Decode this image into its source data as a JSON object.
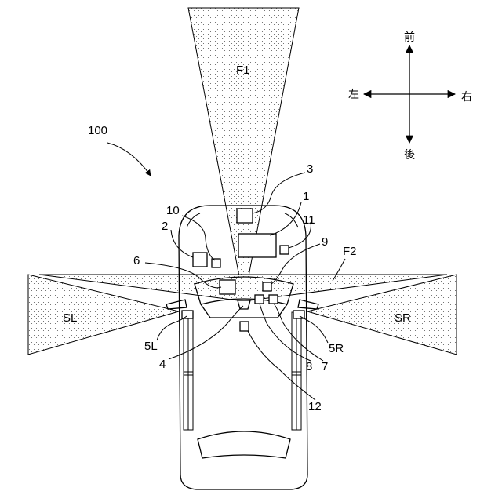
{
  "figure": {
    "reference_label": "100",
    "zones": {
      "front_long": "F1",
      "front_wide": "F2",
      "side_left": "SL",
      "side_right": "SR"
    },
    "parts": {
      "p1": "1",
      "p2": "2",
      "p3": "3",
      "p4": "4",
      "p5L": "5L",
      "p5R": "5R",
      "p6": "6",
      "p7": "7",
      "p8": "8",
      "p9": "9",
      "p10": "10",
      "p11": "11",
      "p12": "12"
    },
    "directions": {
      "front": "前",
      "rear": "後",
      "left": "左",
      "right": "右"
    }
  }
}
